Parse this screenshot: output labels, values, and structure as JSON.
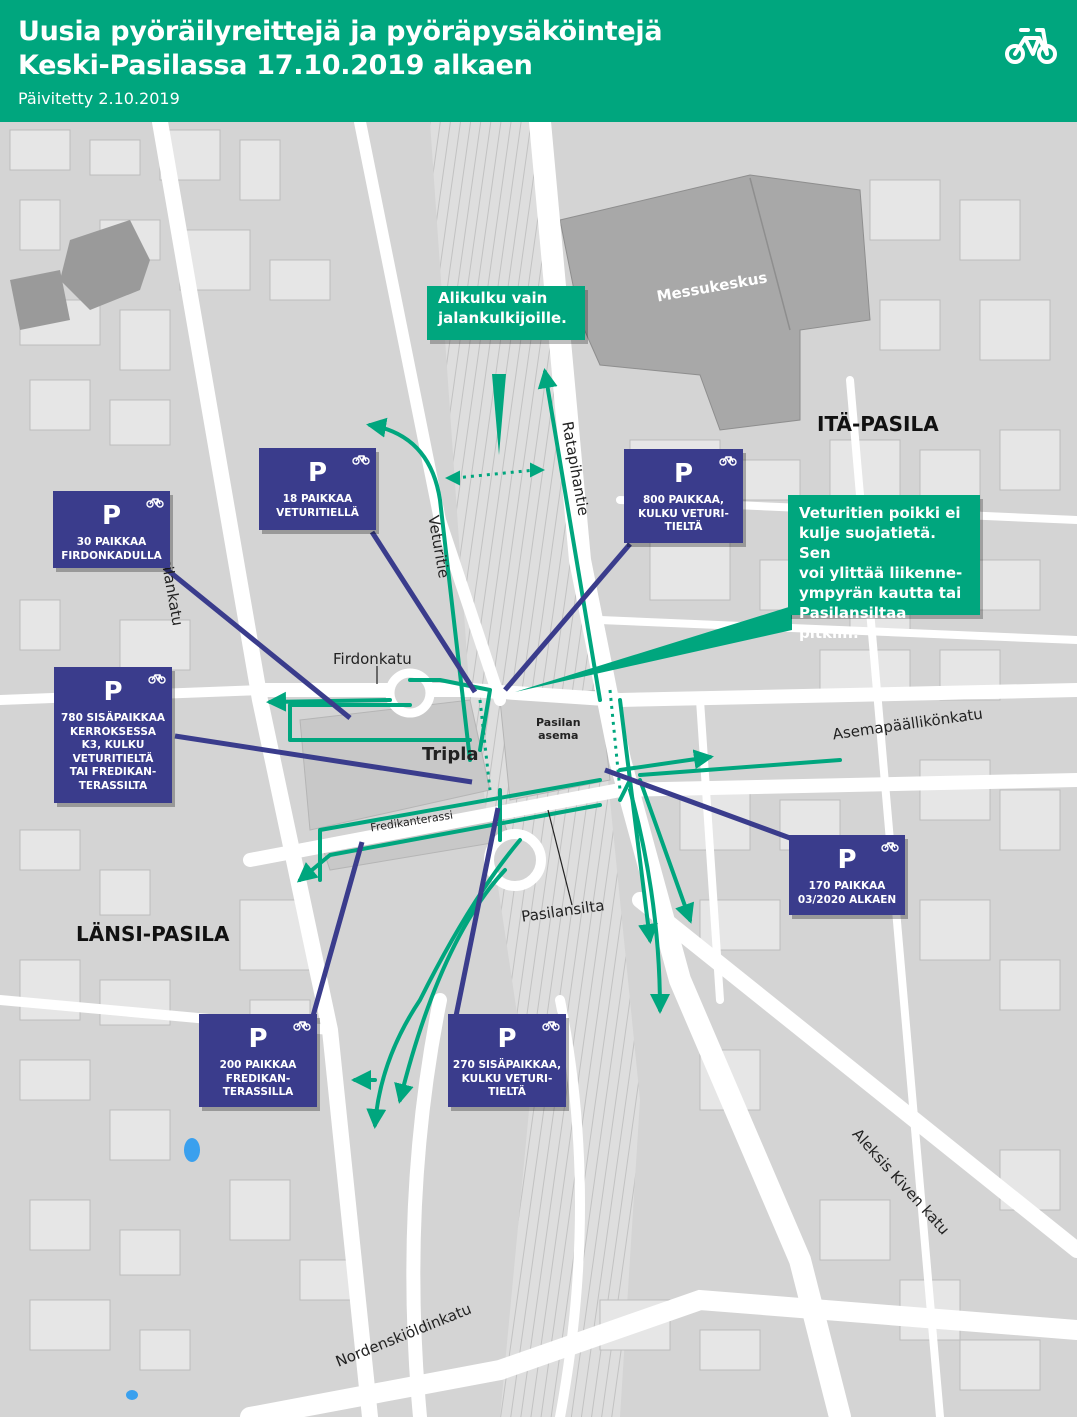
{
  "header": {
    "title_line1": "Uusia pyöräilyreittejä ja pyöräpysäköintejä",
    "title_line2": "Keski-Pasilassa  17.10.2019 alkaen",
    "updated": "Päivitetty 2.10.2019",
    "logo_icon": "bicycle-icon"
  },
  "colors": {
    "route": "#00a67e",
    "parking": "#3a3c8c",
    "building": "#a8a8a8",
    "map_bg": "#d4d4d4",
    "road": "#ffffff"
  },
  "parking": [
    {
      "id": "firdonkatu",
      "symbol": "P",
      "text": [
        "30 PAIKKAA",
        "FIRDONKADULLA"
      ]
    },
    {
      "id": "veturitie",
      "symbol": "P",
      "text": [
        "18 PAIKKAA",
        "VETURITIELLÄ"
      ]
    },
    {
      "id": "ratapiha",
      "symbol": "P",
      "text": [
        "800 PAIKKAA,",
        "KULKU VETURI-",
        "TIELTÄ"
      ]
    },
    {
      "id": "k3",
      "symbol": "P",
      "text": [
        "780 SISÄPAIKKAA",
        "KERROKSESSA",
        "K3, KULKU",
        "VETURITIELTÄ",
        "TAI FREDIKAN-",
        "TERASSILTA"
      ]
    },
    {
      "id": "asema",
      "symbol": "P",
      "text": [
        "170 PAIKKAA",
        "03/2020 ALKAEN"
      ]
    },
    {
      "id": "fredikan",
      "symbol": "P",
      "text": [
        "200 PAIKKAA",
        "FREDIKAN-",
        "TERASSILLA"
      ]
    },
    {
      "id": "pasilansilta",
      "symbol": "P",
      "text": [
        "270 SISÄPAIKKAA,",
        "KULKU VETURI-",
        "TIELTÄ"
      ]
    }
  ],
  "callouts": {
    "underpass": [
      "Alikulku vain",
      "jalankulkijoille."
    ],
    "crossing": [
      "Veturitien poikki ei",
      "kulje suojatietä. Sen",
      "voi ylittää liikenne-",
      "ympyrän kautta tai",
      "Pasilansiltaa pitkiin."
    ]
  },
  "labels": {
    "messukeskus": "Messukeskus",
    "ita_pasila": "ITÄ-PASILA",
    "lansi_pasila": "LÄNSI-PASILA",
    "pasilankatu": "Pasilankatu",
    "veturitie": "Veturitie",
    "ratapihantie": "Ratapihantie",
    "firdonkatu": "Firdonkatu",
    "tripla": "Tripla",
    "pasilan_asema": [
      "Pasilan",
      "asema"
    ],
    "asemapaallikonkatu": "Asemapäällikönkatu",
    "fredikanterassi": "Fredikanterassi",
    "pasilansilta": "Pasilansilta",
    "aleksis_kiven_katu": "Aleksis Kiven katu",
    "nordenskioldinkatu": "Nordenskiöldinkatu"
  }
}
